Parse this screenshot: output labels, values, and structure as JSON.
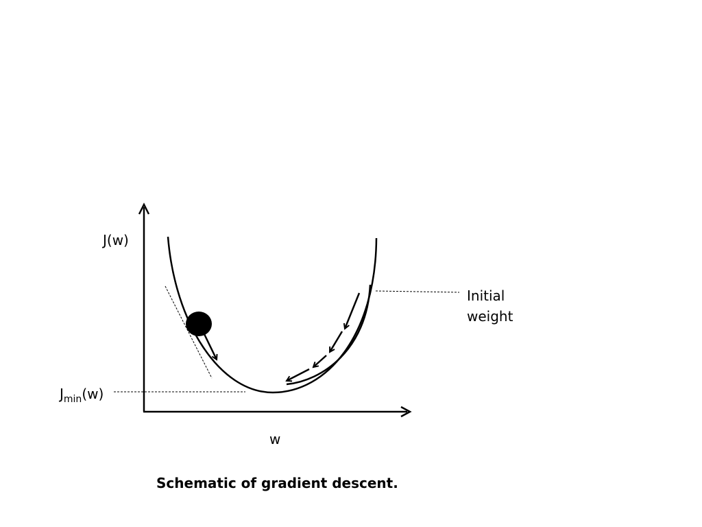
{
  "labels": {
    "y_axis": "J(w)",
    "x_axis": "w",
    "min_prefix": "J",
    "min_sub": "min",
    "min_suffix": "(w)",
    "initial_line1": "Initial",
    "initial_line2": "weight"
  },
  "caption": "Schematic of gradient descent."
}
